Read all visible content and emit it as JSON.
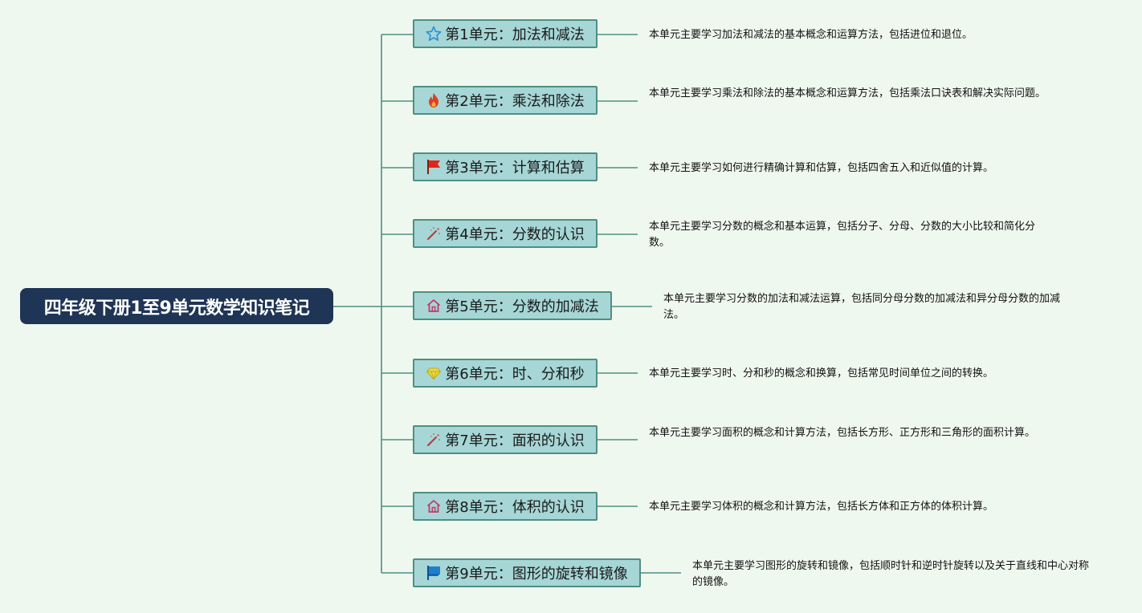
{
  "central": {
    "title": "四年级下册1至9单元数学知识笔记",
    "color": "#1f3556"
  },
  "colors": {
    "node_fill": "#a6d6d6",
    "node_border": "#4d8f82",
    "connector": "#4d8f82",
    "background": "#eff8ef"
  },
  "units": [
    {
      "icon": "star-icon",
      "title": "第1单元：加法和减法",
      "desc": "本单元主要学习加法和减法的基本概念和运算方法，包括进位和退位。"
    },
    {
      "icon": "fire-icon",
      "title": "第2单元：乘法和除法",
      "desc": "本单元主要学习乘法和除法的基本概念和运算方法，包括乘法口诀表和解决实际问题。"
    },
    {
      "icon": "red-flag-icon",
      "title": "第3单元：计算和估算",
      "desc": "本单元主要学习如何进行精确计算和估算，包括四舍五入和近似值的计算。"
    },
    {
      "icon": "magic-wand-icon",
      "title": "第4单元：分数的认识",
      "desc": "本单元主要学习分数的概念和基本运算，包括分子、分母、分数的大小比较和简化分数。"
    },
    {
      "icon": "home-icon",
      "title": "第5单元：分数的加减法",
      "desc": "本单元主要学习分数的加法和减法运算，包括同分母分数的加减法和异分母分数的加减法。"
    },
    {
      "icon": "diamond-icon",
      "title": "第6单元：时、分和秒",
      "desc": "本单元主要学习时、分和秒的概念和换算，包括常见时间单位之间的转换。"
    },
    {
      "icon": "magic-wand-icon",
      "title": "第7单元：面积的认识",
      "desc": "本单元主要学习面积的概念和计算方法，包括长方形、正方形和三角形的面积计算。"
    },
    {
      "icon": "home-icon",
      "title": "第8单元：体积的认识",
      "desc": "本单元主要学习体积的概念和计算方法，包括长方体和正方体的体积计算。"
    },
    {
      "icon": "blue-flag-icon",
      "title": "第9单元：图形的旋转和镜像",
      "desc": "本单元主要学习图形的旋转和镜像，包括顺时针和逆时针旋转以及关于直线和中心对称的镜像。"
    }
  ]
}
